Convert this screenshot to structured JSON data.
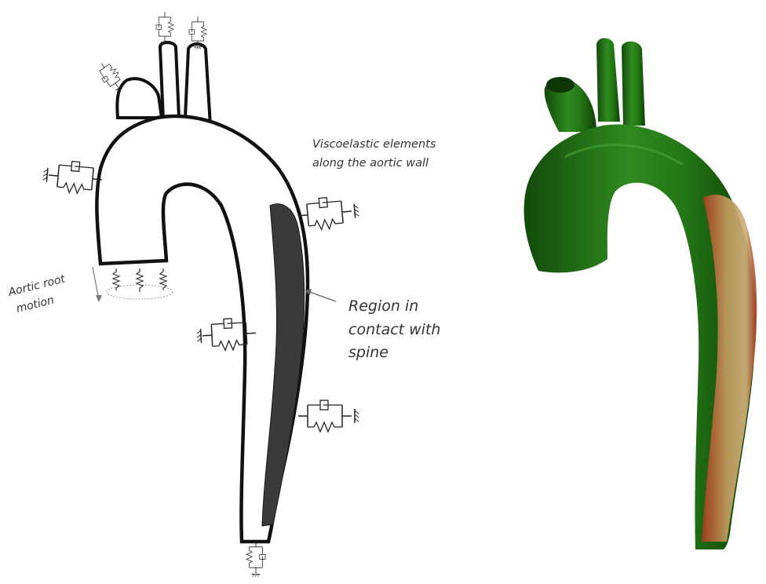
{
  "labels": {
    "viscoelastic_line1": "Viscoelastic elements",
    "viscoelastic_line2": "along the aortic wall",
    "aortic_root_line1": "Aortic root",
    "aortic_root_line2": "motion",
    "contact_line1": "Region in",
    "contact_line2": "contact with",
    "contact_line3": "spine"
  },
  "colors": {
    "vessel_green": "#1f6b12",
    "vessel_green_light": "#3d9a2b",
    "contact_red": "#b9451f",
    "contact_tan": "#c6a66b",
    "spine_contact_dark": "#3a3a3a",
    "outline": "#111111"
  }
}
